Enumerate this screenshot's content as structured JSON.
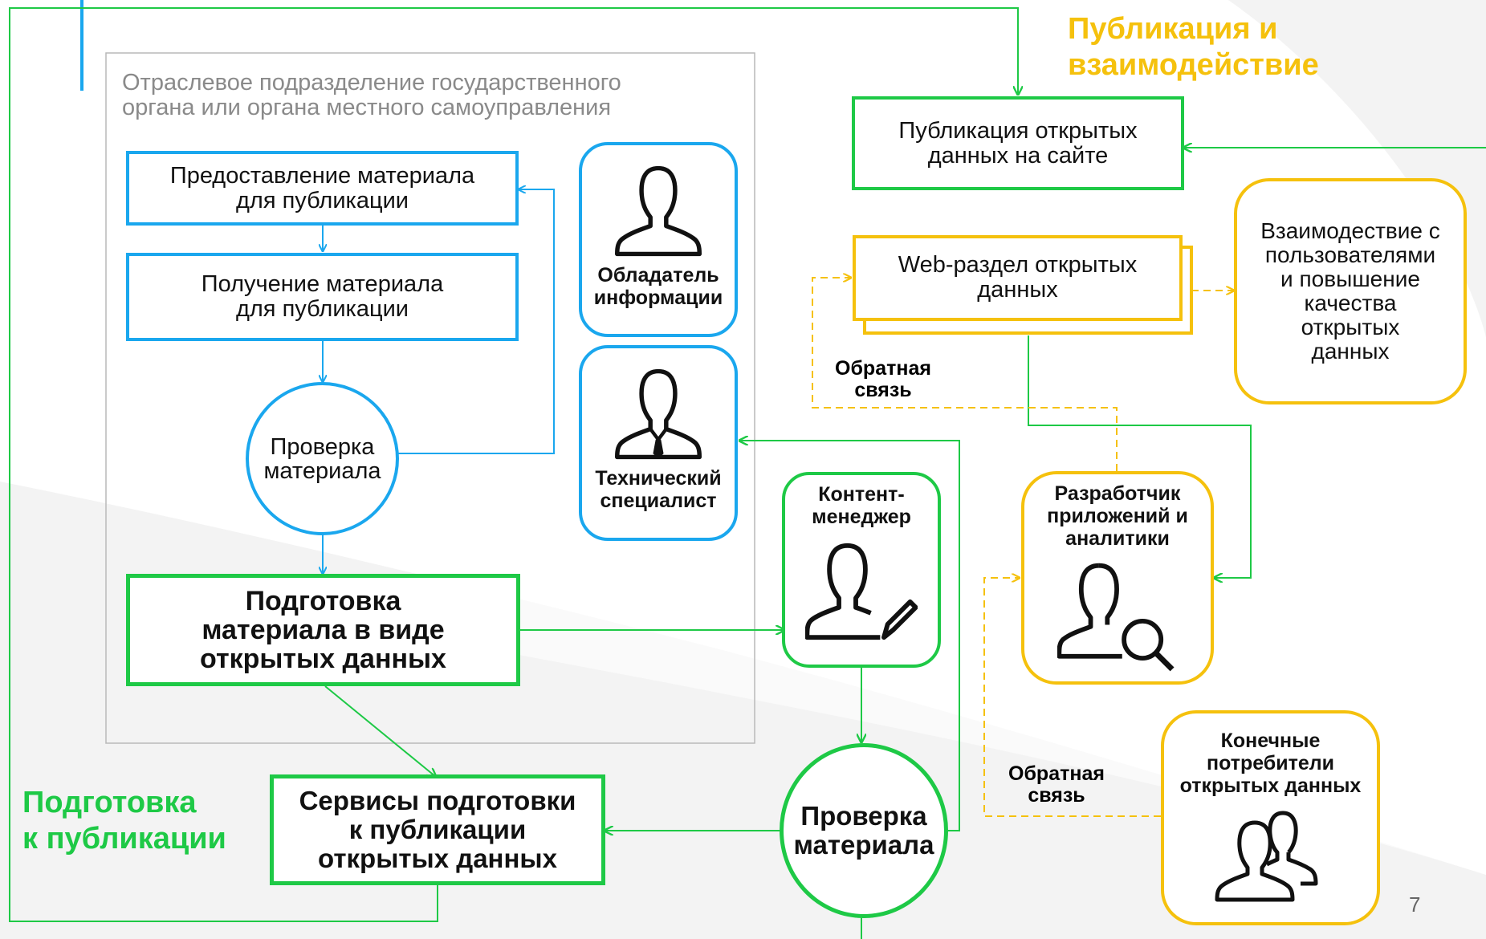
{
  "colors": {
    "blue": "#1aa7ee",
    "green": "#1ec946",
    "yellow": "#f5c10d",
    "gray_bg": "#eeeeee"
  },
  "section_titles": {
    "publication_line1": "Публикация и",
    "publication_line2": "взаимодействие",
    "preparation_line1": "Подготовка",
    "preparation_line2": "к публикации"
  },
  "department": {
    "line1": "Отраслевое подразделение государственного",
    "line2": "органа или органа местного самоуправления"
  },
  "steps": {
    "provide": {
      "line1": "Предоставление материала",
      "line2": "для публикации"
    },
    "receive": {
      "line1": "Получение материала",
      "line2": "для публикации"
    },
    "check_small": {
      "line1": "Проверка",
      "line2": "материала"
    },
    "prepare": {
      "line1": "Подготовка",
      "line2": "материала в виде",
      "line3": "открытых данных"
    },
    "services": {
      "line1": "Сервисы подготовки",
      "line2": "к публикации",
      "line3": "открытых данных"
    },
    "check_big": {
      "line1": "Проверка",
      "line2": "материала"
    },
    "publish": {
      "line1": "Публикация открытых",
      "line2": "данных на сайте"
    },
    "web": {
      "line1": "Web-раздел открытых",
      "line2": "данных"
    },
    "interaction": {
      "line1": "Взаимодествие с",
      "line2": "пользователями",
      "line3": "и повышение",
      "line4": "качества",
      "line5": "открытых",
      "line6": "данных"
    }
  },
  "roles": {
    "owner": {
      "line1": "Обладатель",
      "line2": "информации",
      "icon": "person-icon"
    },
    "tech": {
      "line1": "Технический",
      "line2": "специалист",
      "icon": "person-tie-icon"
    },
    "content": {
      "line1": "Контент-",
      "line2": "менеджер",
      "icon": "person-pen-icon"
    },
    "developer": {
      "line1": "Разработчик",
      "line2": "приложений и",
      "line3": "аналитики",
      "icon": "person-magnifier-icon"
    },
    "consumers": {
      "line1": "Конечные",
      "line2": "потребители",
      "line3": "открытых данных",
      "icon": "people-icon"
    }
  },
  "feedback": {
    "top": {
      "line1": "Обратная",
      "line2": "связь"
    },
    "bottom": {
      "line1": "Обратная",
      "line2": "связь"
    }
  },
  "page_number": "7"
}
